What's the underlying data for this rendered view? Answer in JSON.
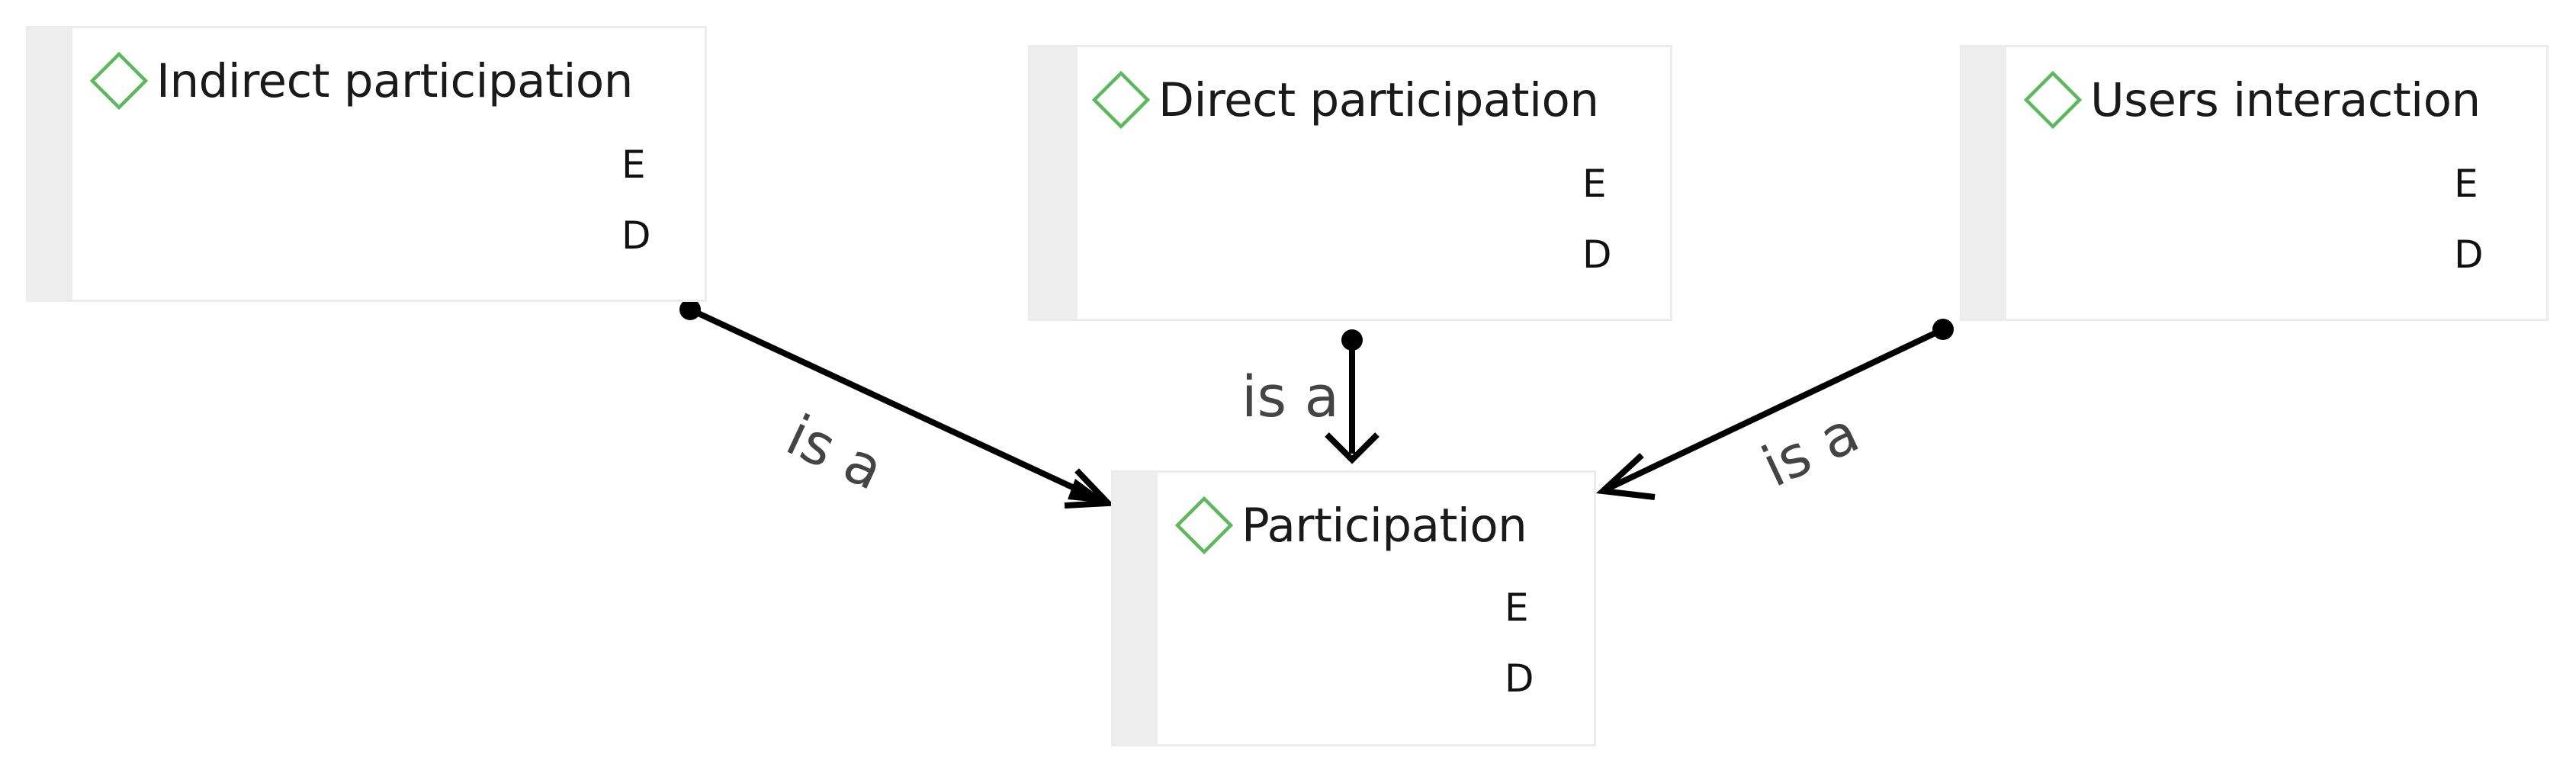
{
  "nodes": [
    {
      "id": "indirect",
      "title": "Indirect participation",
      "attr1": "E",
      "attr2": "D"
    },
    {
      "id": "direct",
      "title": "Direct participation",
      "attr1": "E",
      "attr2": "D"
    },
    {
      "id": "users",
      "title": "Users interaction",
      "attr1": "E",
      "attr2": "D"
    },
    {
      "id": "participation",
      "title": "Participation",
      "attr1": "E",
      "attr2": "D"
    }
  ],
  "edges": [
    {
      "from": "indirect",
      "to": "participation",
      "label": "is a"
    },
    {
      "from": "direct",
      "to": "participation",
      "label": "is a"
    },
    {
      "from": "users",
      "to": "participation",
      "label": "is a"
    }
  ],
  "colors": {
    "entity_icon": "#5cb85c",
    "arrow": "#000000",
    "box_border": "#ececec",
    "strip": "#eeeeee"
  },
  "icons": {
    "entity": "diamond-icon"
  }
}
